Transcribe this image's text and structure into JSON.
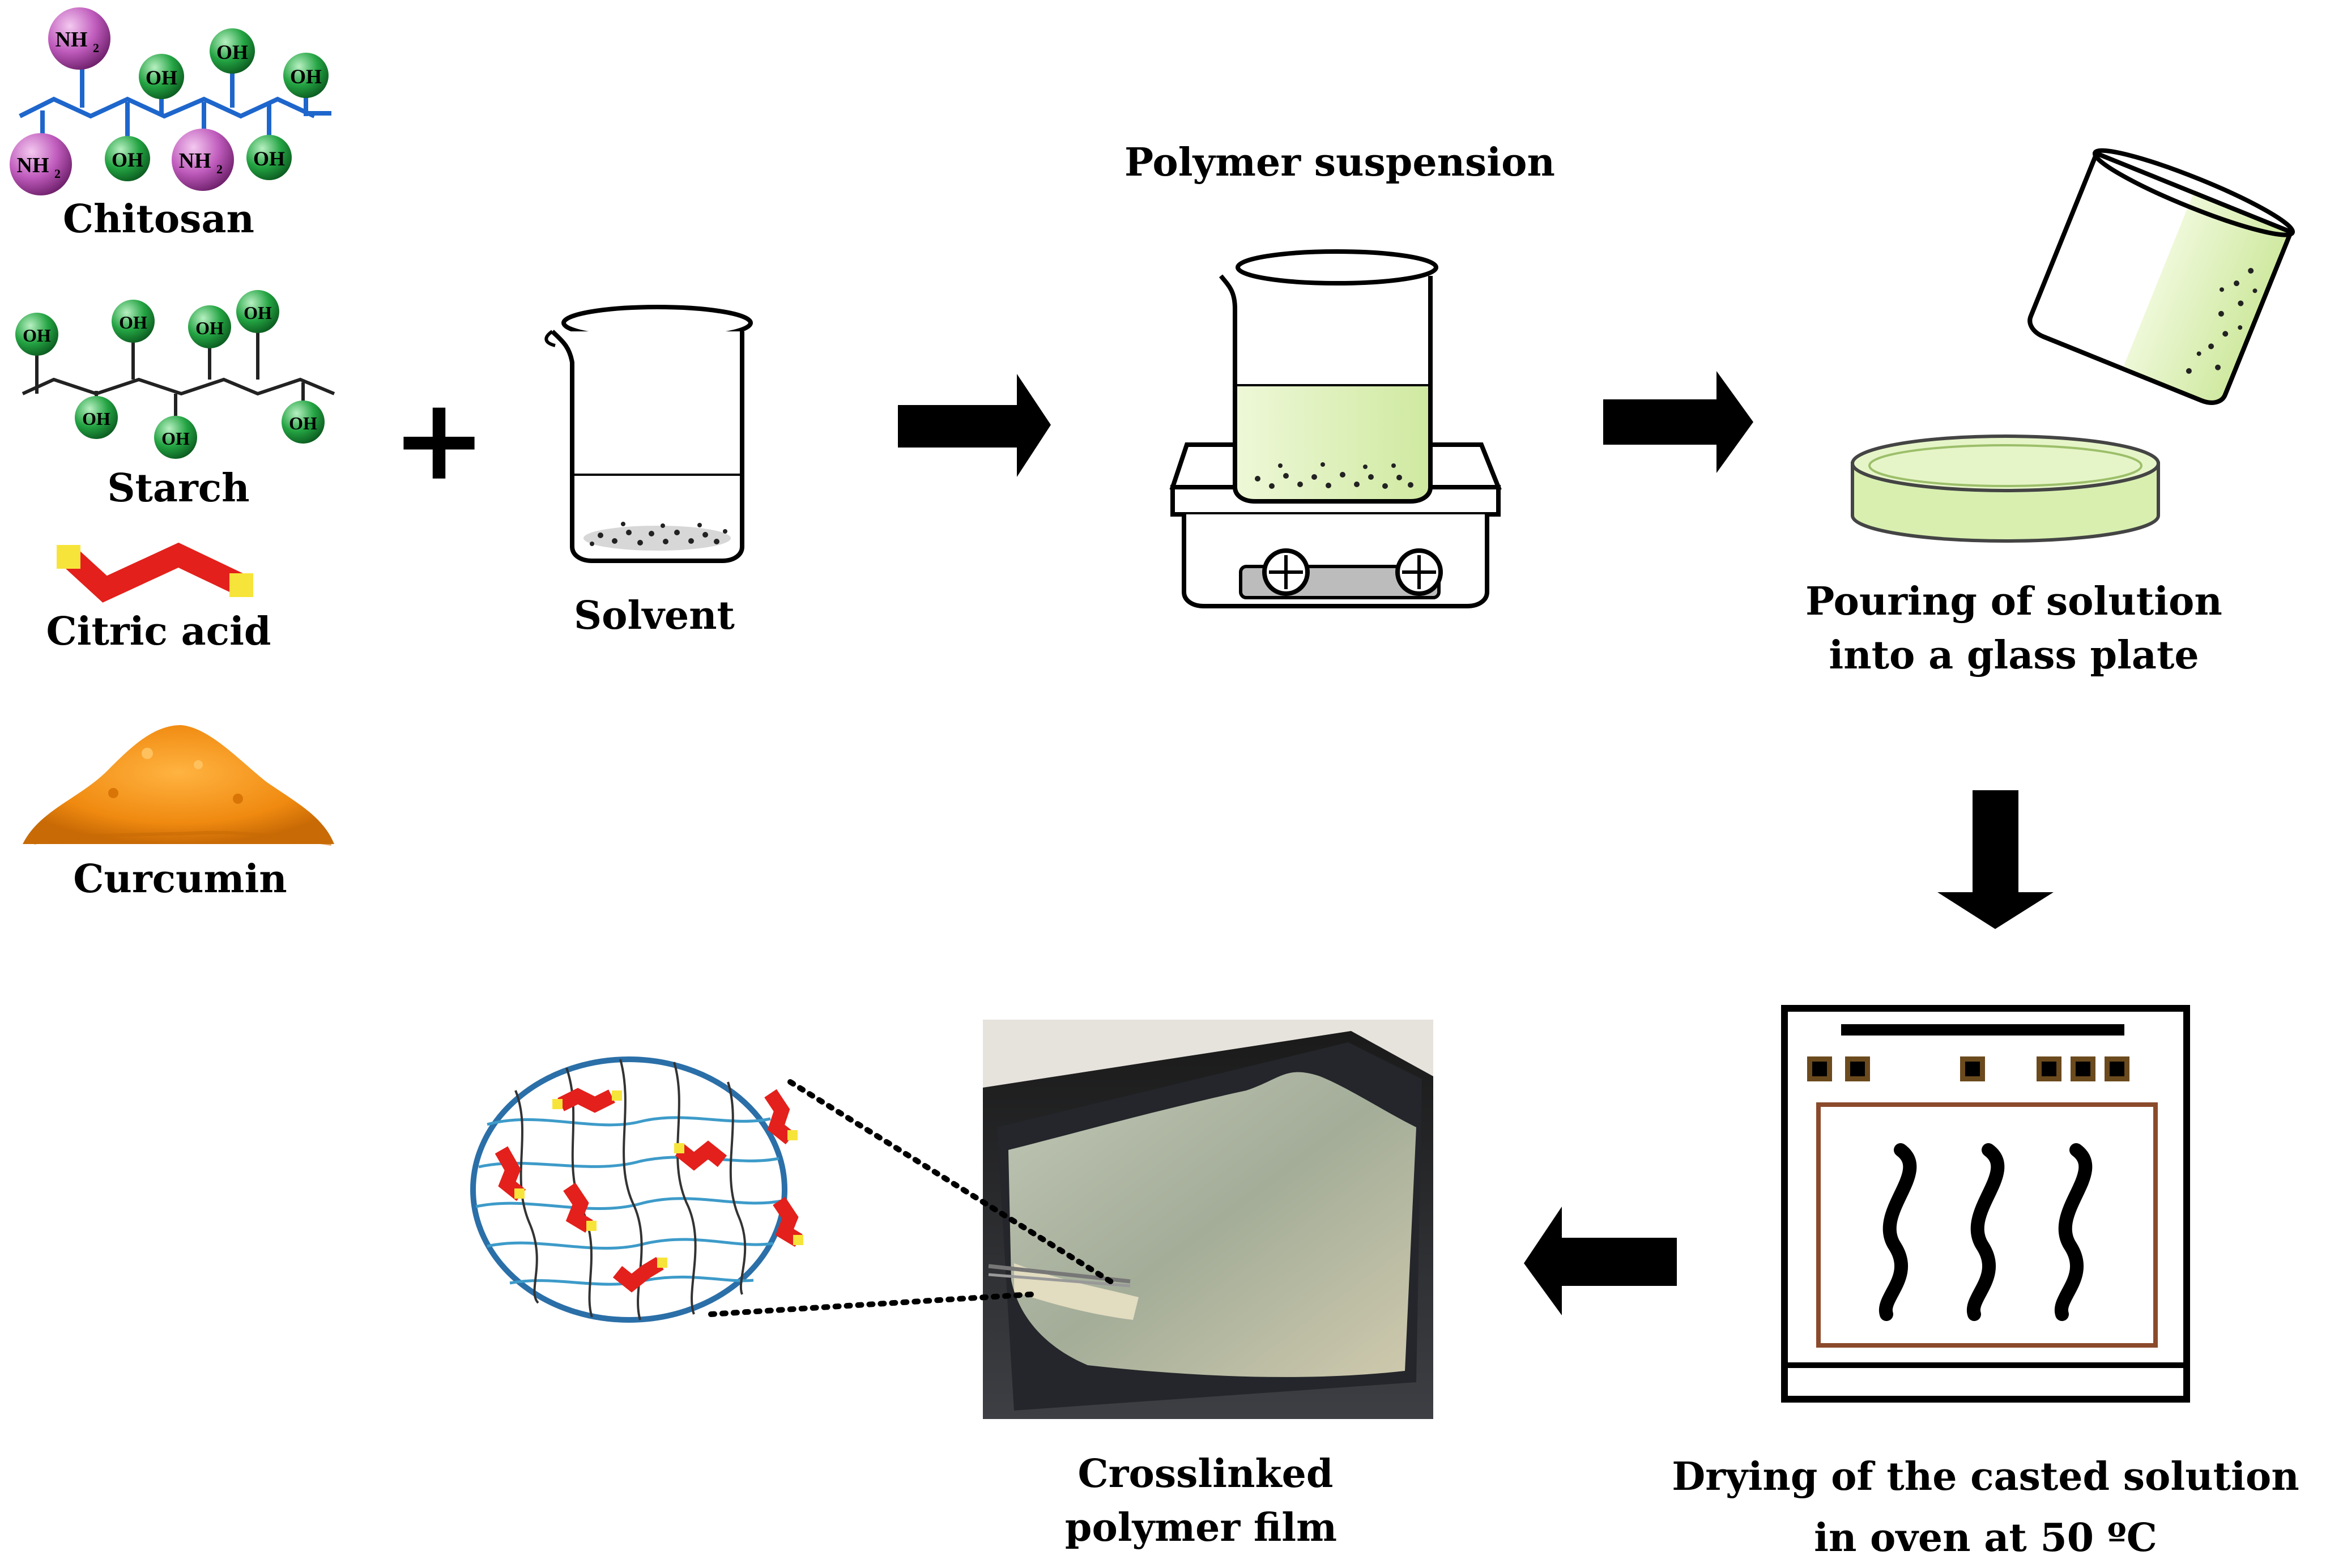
{
  "ingredients": {
    "chitosan": "Chitosan",
    "starch": "Starch",
    "citric_acid": "Citric acid",
    "curcumin": "Curcumin"
  },
  "groups": {
    "amine": "NH",
    "amine_sub": "2",
    "hydroxyl": "OH"
  },
  "plus_sign": "+",
  "steps": {
    "solvent": "Solvent",
    "suspension": "Polymer suspension",
    "pouring_line1": "Pouring of solution",
    "pouring_line2": "into a glass plate",
    "drying_line1": "Drying of the casted solution",
    "drying_line2": "in oven at 50 ºC",
    "film_line1": "Crosslinked",
    "film_line2": "polymer film"
  },
  "colors": {
    "amine_ball": "#b64ab3",
    "hydroxyl_ball": "#1e9a3a",
    "chitosan_chain": "#1e66cc",
    "crosslinker_red": "#e3201b",
    "crosslinker_yellow": "#f7e43a",
    "curcumin": "#f08a10",
    "solution": "#d8efb0",
    "oven_frame": "#000000",
    "oven_chamber": "#8b4a2b",
    "network_circle": "#2b6fa8"
  }
}
